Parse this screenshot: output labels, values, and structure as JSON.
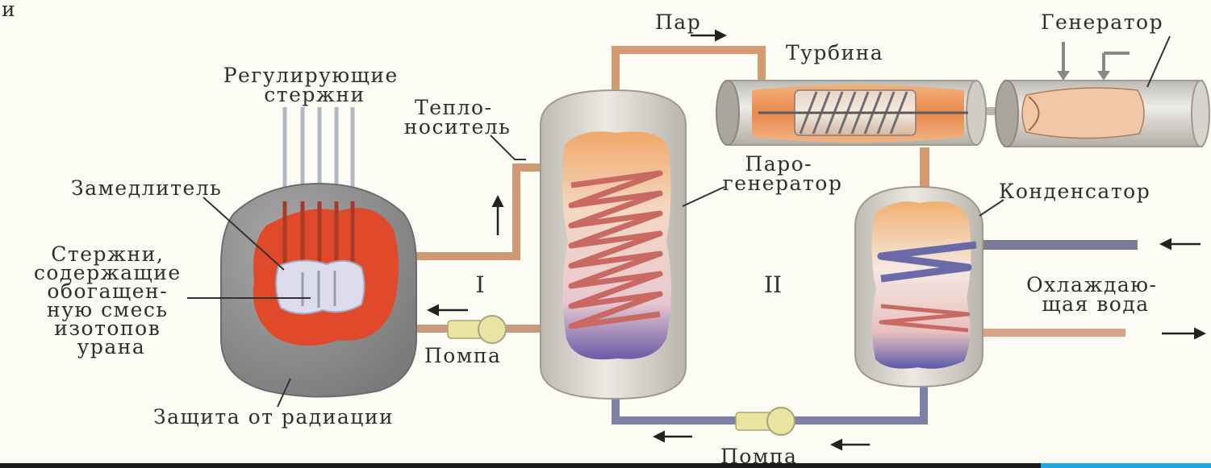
{
  "corner_mark": "и",
  "labels": {
    "control_rods": [
      "Регулирующие",
      "стержни"
    ],
    "moderator": "Замедлитель",
    "fuel_rods": [
      "Стержни,",
      "содержащие",
      "обогащен-",
      "ную смесь",
      "изотопов",
      "урана"
    ],
    "radiation_shield": "Защита от радиации",
    "coolant": [
      "Тепло-",
      "носитель"
    ],
    "pump_primary": "Помпа",
    "pump_secondary": "Помпа",
    "steam": "Пар",
    "turbine": "Турбина",
    "generator": "Генератор",
    "steam_generator": [
      "Паро-",
      "генератор"
    ],
    "condenser": "Конденсатор",
    "cooling_water": [
      "Охлаждаю-",
      "щая вода"
    ],
    "circuit_primary": "I",
    "circuit_secondary": "II"
  },
  "colors": {
    "background": "#fcfcf4",
    "reactor_shield": "#8f8f8f",
    "reactor_core": "#e04a2a",
    "vessel": "#d2d0c8",
    "primary_pipe": "#cf9a72",
    "secondary_pipe": "#7e80a8",
    "cooling_in": "#7a7c96",
    "cooling_out": "#d8a488",
    "coil_primary": "#c86a62",
    "coil_secondary": "#6a6aa8",
    "pump": "#e8e4a2",
    "turbine_body": "#e89a60",
    "corner_bar": "#1fa8e0"
  }
}
